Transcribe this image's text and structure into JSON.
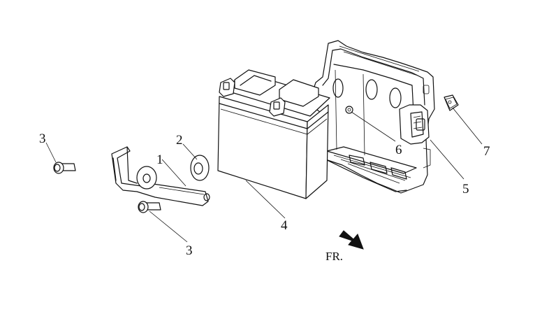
{
  "callouts": {
    "c1": "1",
    "c2": "2",
    "c3_top": "3",
    "c3_bottom": "3",
    "c4": "4",
    "c5": "5",
    "c6": "6",
    "c7": "7"
  },
  "direction_marker": {
    "label": "FR.",
    "icon": "arrow-down-right-icon"
  },
  "colors": {
    "line": "#111111",
    "background": "#ffffff",
    "arrow_fill": "#111111"
  }
}
